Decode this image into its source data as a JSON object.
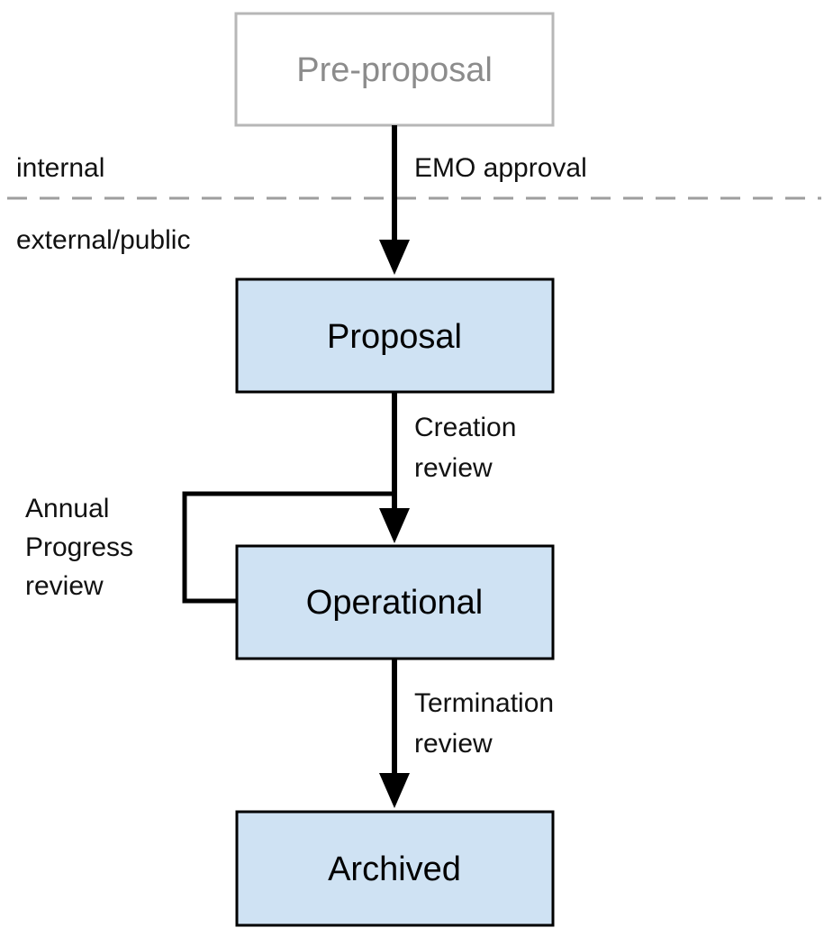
{
  "zones": {
    "internal_label": "internal",
    "external_label": "external/public"
  },
  "nodes": {
    "pre_proposal": "Pre-proposal",
    "proposal": "Proposal",
    "operational": "Operational",
    "archived": "Archived"
  },
  "edges": {
    "emo_approval": [
      "EMO approval"
    ],
    "creation_review": [
      "Creation",
      "review"
    ],
    "annual_progress_review": [
      "Annual",
      "Progress",
      "review"
    ],
    "termination_review": [
      "Termination",
      "review"
    ]
  },
  "colors": {
    "active_fill": "#cfe2f3",
    "active_stroke": "#000000",
    "inactive_stroke": "#b7b7b7",
    "inactive_text": "#8c8c8c",
    "divider": "#9e9e9e",
    "arrow": "#000000"
  }
}
